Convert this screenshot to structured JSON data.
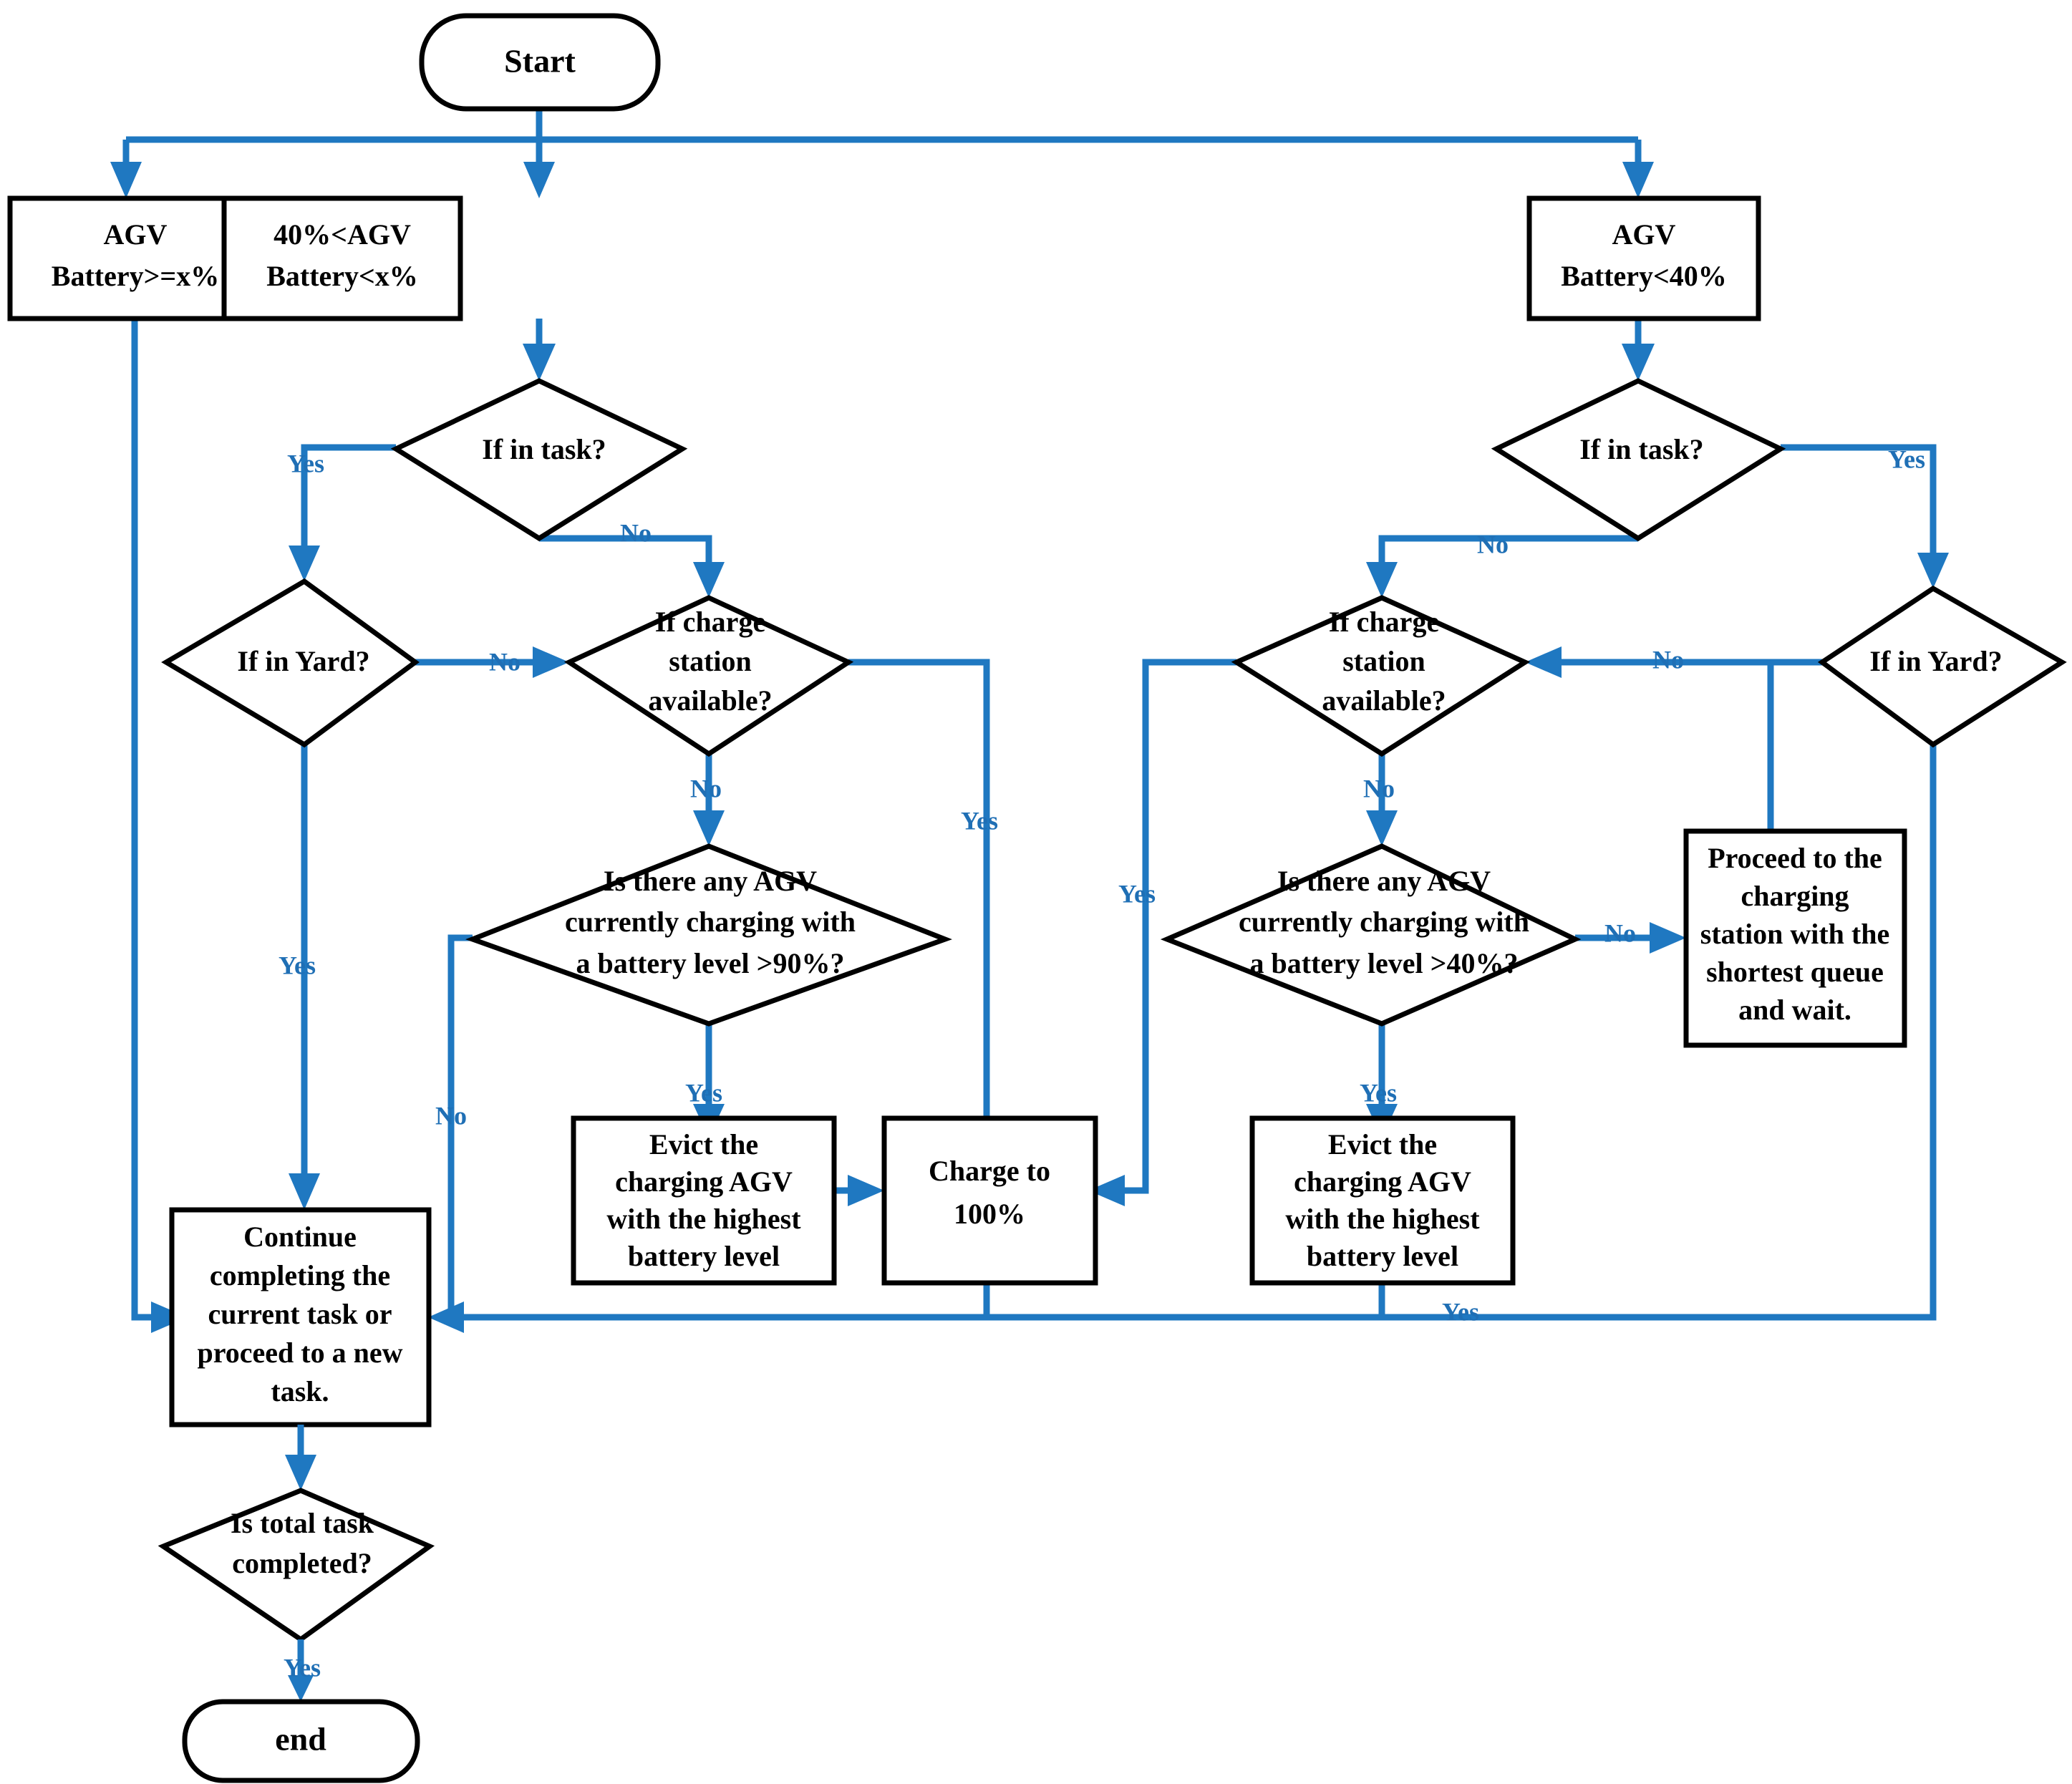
{
  "diagram": {
    "title": "AGV battery charging decision flowchart",
    "colors": {
      "edge": "#1f78c1",
      "edge_label": "#1f6fb5",
      "node_stroke": "#000000",
      "node_fill": "#ffffff",
      "background": "#ffffff"
    }
  },
  "nodes": {
    "start": {
      "label": "Start",
      "shape": "terminator"
    },
    "end": {
      "label": "end",
      "shape": "terminator"
    },
    "agv_high": {
      "label_line1": "AGV",
      "label_line2": "Battery>=x%",
      "shape": "process"
    },
    "agv_mid": {
      "label_line1": "40%<AGV",
      "label_line2": "Battery<x%",
      "shape": "process"
    },
    "agv_low": {
      "label_line1": "AGV",
      "label_line2": "Battery<40%",
      "shape": "process"
    },
    "mid_in_task": {
      "label": "If in task?",
      "shape": "decision"
    },
    "mid_in_yard": {
      "label": "If in Yard?",
      "shape": "decision"
    },
    "mid_charge_station": {
      "label_line1": "If charge",
      "label_line2": "station",
      "label_line3": "available?",
      "shape": "decision"
    },
    "mid_any_agv": {
      "label_line1": "Is there any AGV",
      "label_line2": "currently charging with",
      "label_line3": "a battery level >90%?",
      "shape": "decision"
    },
    "mid_evict": {
      "label_line1": "Evict the",
      "label_line2": "charging AGV",
      "label_line3": "with the highest",
      "label_line4": "battery level",
      "shape": "process"
    },
    "charge_100": {
      "label_line1": "Charge to",
      "label_line2": "100%",
      "shape": "process"
    },
    "low_in_task": {
      "label": "If in task?",
      "shape": "decision"
    },
    "low_in_yard": {
      "label": "If in Yard?",
      "shape": "decision"
    },
    "low_charge_station": {
      "label_line1": "If charge",
      "label_line2": "station",
      "label_line3": "available?",
      "shape": "decision"
    },
    "low_any_agv": {
      "label_line1": "Is there any AGV",
      "label_line2": "currently charging with",
      "label_line3": "a battery level >40%?",
      "shape": "decision"
    },
    "low_evict": {
      "label_line1": "Evict the",
      "label_line2": "charging AGV",
      "label_line3": "with the highest",
      "label_line4": "battery level",
      "shape": "process"
    },
    "proceed_queue": {
      "label_line1": "Proceed to the",
      "label_line2": "charging",
      "label_line3": "station with the",
      "label_line4": "shortest queue",
      "label_line5": "and wait.",
      "shape": "process"
    },
    "continue_task": {
      "label_line1": "Continue",
      "label_line2": "completing the",
      "label_line3": "current task or",
      "label_line4": "proceed to a new",
      "label_line5": "task.",
      "shape": "process"
    },
    "total_done": {
      "label_line1": "Is total task",
      "label_line2": "completed?",
      "shape": "decision"
    }
  },
  "edge_labels": {
    "mid_in_task_yes": "Yes",
    "mid_in_task_no": "No",
    "mid_in_yard_yes": "Yes",
    "mid_in_yard_no": "No",
    "mid_charge_station_yes": "Yes",
    "mid_charge_station_no": "No",
    "mid_any_agv_yes": "Yes",
    "mid_any_agv_no": "No",
    "low_in_task_yes": "Yes",
    "low_in_task_no": "No",
    "low_in_yard_no": "No",
    "low_charge_station_yes": "Yes",
    "low_charge_station_no": "No",
    "low_any_agv_yes": "Yes",
    "low_any_agv_no": "No",
    "low_evict_yes": "Yes",
    "total_done_yes": "Yes"
  },
  "chart_data": {
    "type": "flowchart",
    "title": "AGV battery charging decision flowchart",
    "nodes": [
      {
        "id": "start",
        "type": "terminator",
        "text": "Start"
      },
      {
        "id": "agv_high",
        "type": "process",
        "text": "AGV Battery>=x%"
      },
      {
        "id": "agv_mid",
        "type": "process",
        "text": "40%<AGV Battery<x%"
      },
      {
        "id": "agv_low",
        "type": "process",
        "text": "AGV Battery<40%"
      },
      {
        "id": "mid_in_task",
        "type": "decision",
        "text": "If in task?"
      },
      {
        "id": "mid_in_yard",
        "type": "decision",
        "text": "If in Yard?"
      },
      {
        "id": "mid_charge_station",
        "type": "decision",
        "text": "If charge station available?"
      },
      {
        "id": "mid_any_agv",
        "type": "decision",
        "text": "Is there any AGV currently charging with a battery level >90%?"
      },
      {
        "id": "mid_evict",
        "type": "process",
        "text": "Evict the charging AGV with the highest battery level"
      },
      {
        "id": "charge_100",
        "type": "process",
        "text": "Charge to 100%"
      },
      {
        "id": "low_in_task",
        "type": "decision",
        "text": "If in task?"
      },
      {
        "id": "low_in_yard",
        "type": "decision",
        "text": "If in Yard?"
      },
      {
        "id": "low_charge_station",
        "type": "decision",
        "text": "If charge station available?"
      },
      {
        "id": "low_any_agv",
        "type": "decision",
        "text": "Is there any AGV currently charging with a battery level >40%?"
      },
      {
        "id": "low_evict",
        "type": "process",
        "text": "Evict the charging AGV with the highest battery level"
      },
      {
        "id": "proceed_queue",
        "type": "process",
        "text": "Proceed to the charging station with the shortest queue and wait."
      },
      {
        "id": "continue_task",
        "type": "process",
        "text": "Continue completing the current task or proceed to a new task."
      },
      {
        "id": "total_done",
        "type": "decision",
        "text": "Is total task completed?"
      },
      {
        "id": "end",
        "type": "terminator",
        "text": "end"
      }
    ],
    "edges": [
      {
        "from": "start",
        "to": "agv_high",
        "label": ""
      },
      {
        "from": "start",
        "to": "agv_mid",
        "label": ""
      },
      {
        "from": "start",
        "to": "agv_low",
        "label": ""
      },
      {
        "from": "agv_high",
        "to": "continue_task",
        "label": ""
      },
      {
        "from": "agv_mid",
        "to": "mid_in_task",
        "label": ""
      },
      {
        "from": "mid_in_task",
        "to": "mid_in_yard",
        "label": "Yes"
      },
      {
        "from": "mid_in_task",
        "to": "mid_charge_station",
        "label": "No"
      },
      {
        "from": "mid_in_yard",
        "to": "continue_task",
        "label": "Yes"
      },
      {
        "from": "mid_in_yard",
        "to": "mid_charge_station",
        "label": "No"
      },
      {
        "from": "mid_charge_station",
        "to": "charge_100",
        "label": "Yes"
      },
      {
        "from": "mid_charge_station",
        "to": "mid_any_agv",
        "label": "No"
      },
      {
        "from": "mid_any_agv",
        "to": "mid_evict",
        "label": "Yes"
      },
      {
        "from": "mid_any_agv",
        "to": "continue_task",
        "label": "No"
      },
      {
        "from": "mid_evict",
        "to": "charge_100",
        "label": ""
      },
      {
        "from": "charge_100",
        "to": "continue_task",
        "label": ""
      },
      {
        "from": "agv_low",
        "to": "low_in_task",
        "label": ""
      },
      {
        "from": "low_in_task",
        "to": "low_in_yard",
        "label": "Yes"
      },
      {
        "from": "low_in_task",
        "to": "low_charge_station",
        "label": "No"
      },
      {
        "from": "low_in_yard",
        "to": "low_charge_station",
        "label": "No"
      },
      {
        "from": "low_in_yard",
        "to": "proceed_queue",
        "label": ""
      },
      {
        "from": "low_charge_station",
        "to": "charge_100",
        "label": "Yes"
      },
      {
        "from": "low_charge_station",
        "to": "low_any_agv",
        "label": "No"
      },
      {
        "from": "low_any_agv",
        "to": "low_evict",
        "label": "Yes"
      },
      {
        "from": "low_any_agv",
        "to": "proceed_queue",
        "label": "No"
      },
      {
        "from": "low_evict",
        "to": "continue_task",
        "label": "Yes"
      },
      {
        "from": "continue_task",
        "to": "total_done",
        "label": ""
      },
      {
        "from": "total_done",
        "to": "end",
        "label": "Yes"
      }
    ]
  }
}
